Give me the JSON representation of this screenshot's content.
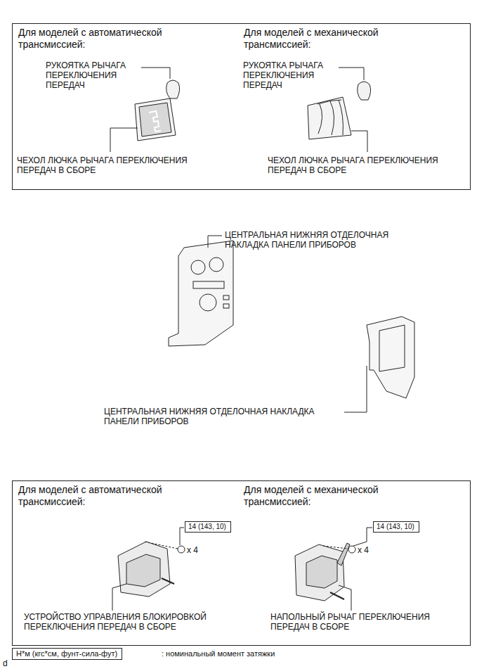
{
  "diagram": {
    "nodes": [
      {
        "text": [
          "Для моделей с автоматической трансмиссией:",
          "Для моделей с механической трансмиссией:"
        ]
      },
      {
        "text": [
          "Для моделей с автоматической трансмиссией:",
          "Для моделей с механической трансмиссией:"
        ]
      },
      {
        "text": [
          "14 (143, 10)"
        ],
        "in": 1
      },
      {
        "text": [
          "14 (143, 10)"
        ],
        "in": 1
      },
      {
        "text": [
          "Н*м (кгс*см, фунт-сила-фут)"
        ]
      }
    ],
    "labels": [
      "РУКОЯТКА РЫЧАГА ПЕРЕКЛЮЧЕНИЯ ПЕРЕДАЧ",
      "РУКОЯТКА РЫЧАГА ПЕРЕКЛЮЧЕНИЯ ПЕРЕДАЧ",
      "ЧЕХОЛ ЛЮЧКА РЫЧАГА ПЕРЕКЛЮЧЕНИЯ ПЕРЕДАЧ В СБОРЕ",
      "ЧЕХОЛ ЛЮЧКА РЫЧАГА ПЕРЕКЛЮЧЕНИЯ ПЕРЕДАЧ В СБОРЕ",
      "ЦЕНТРАЛЬНАЯ НИЖНЯЯ ОТДЕЛОЧНАЯ НАКЛАДКА ПАНЕЛИ ПРИБОРОВ",
      "ЦЕНТРАЛЬНАЯ НИЖНЯЯ ОТДЕЛОЧНАЯ НАКЛАДКА ПАНЕЛИ ПРИБОРОВ",
      "x 4",
      "x 4",
      "УСТРОЙСТВО УПРАВЛЕНИЯ БЛОКИРОВКОЙ ПЕРЕКЛЮЧЕНИЯ ПЕРЕДАЧ В СБОРЕ",
      "НАПОЛЬНЫЙ РЫЧАГ ПЕРЕКЛЮЧЕНИЯ ПЕРЕДАЧ В СБОРЕ",
      "d"
    ],
    "legend": [
      {
        "text": ": номинальный момент затяжки"
      }
    ]
  }
}
